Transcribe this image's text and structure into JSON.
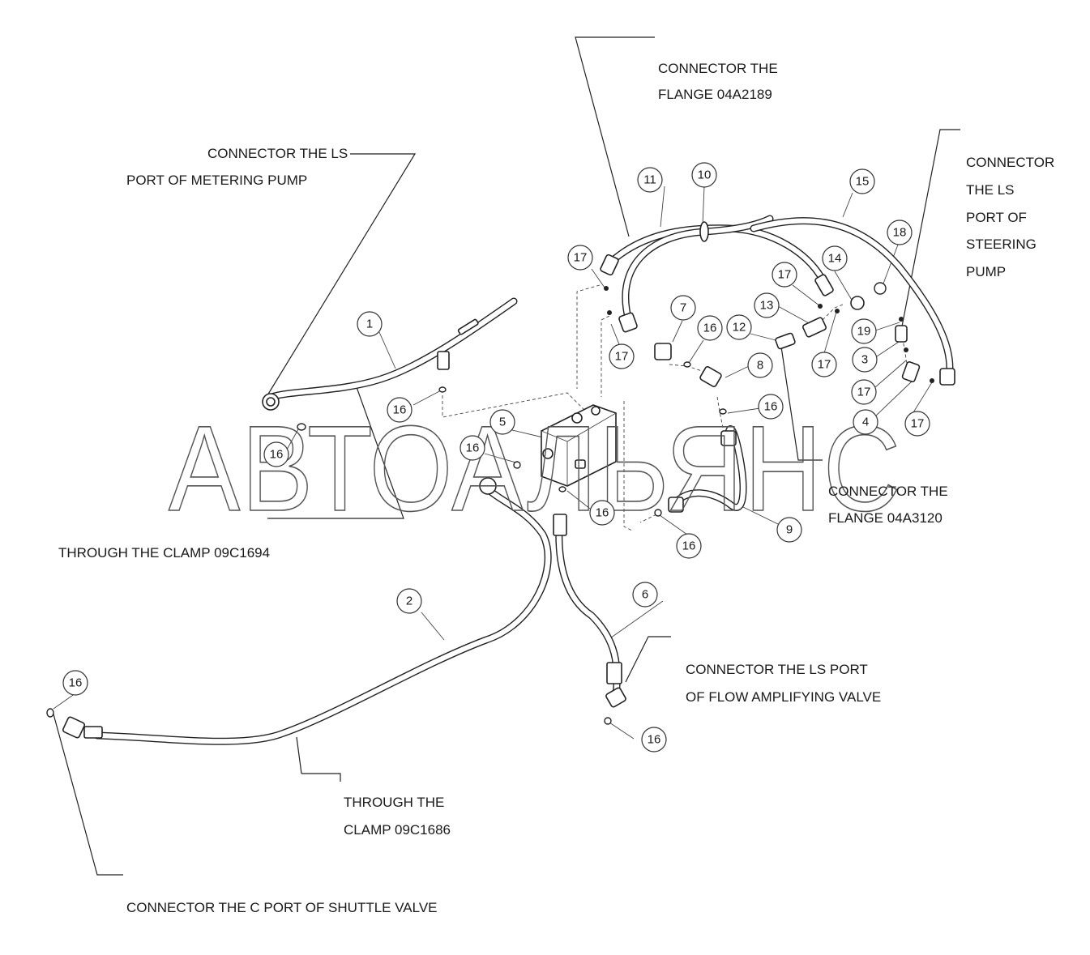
{
  "labels": {
    "flange_04a2189_l1": "CONNECTOR THE",
    "flange_04a2189_l2": "FLANGE 04A2189",
    "metering_l1": "CONNECTOR THE LS",
    "metering_l2": "PORT OF METERING PUMP",
    "steering_l1": "CONNECTOR",
    "steering_l2": "THE LS",
    "steering_l3": "PORT OF",
    "steering_l4": "STEERING",
    "steering_l5": "PUMP",
    "flange_04a3120_l1": "CONNECTOR THE",
    "flange_04a3120_l2": "FLANGE 04A3120",
    "clamp_09c1694": "THROUGH THE CLAMP 09C1694",
    "flow_l1": "CONNECTOR THE LS PORT",
    "flow_l2": "OF FLOW AMPLIFYING VALVE",
    "clamp_09c1686_l1": "THROUGH THE",
    "clamp_09c1686_l2": "CLAMP 09C1686",
    "shuttle": "CONNECTOR THE C PORT OF SHUTTLE VALVE"
  },
  "callouts": {
    "c1": "1",
    "c2": "2",
    "c3": "3",
    "c4": "4",
    "c5": "5",
    "c6": "6",
    "c7": "7",
    "c8": "8",
    "c9": "9",
    "c10": "10",
    "c11": "11",
    "c12": "12",
    "c13": "13",
    "c14": "14",
    "c15": "15",
    "c16a": "16",
    "c16b": "16",
    "c16c": "16",
    "c16d": "16",
    "c16e": "16",
    "c16f": "16",
    "c16g": "16",
    "c16h": "16",
    "c16i": "16",
    "c17a": "17",
    "c17b": "17",
    "c17c": "17",
    "c17d": "17",
    "c17e": "17",
    "c17f": "17",
    "c18": "18",
    "c19": "19"
  },
  "watermark": "АВТОАЛЬЯНС"
}
